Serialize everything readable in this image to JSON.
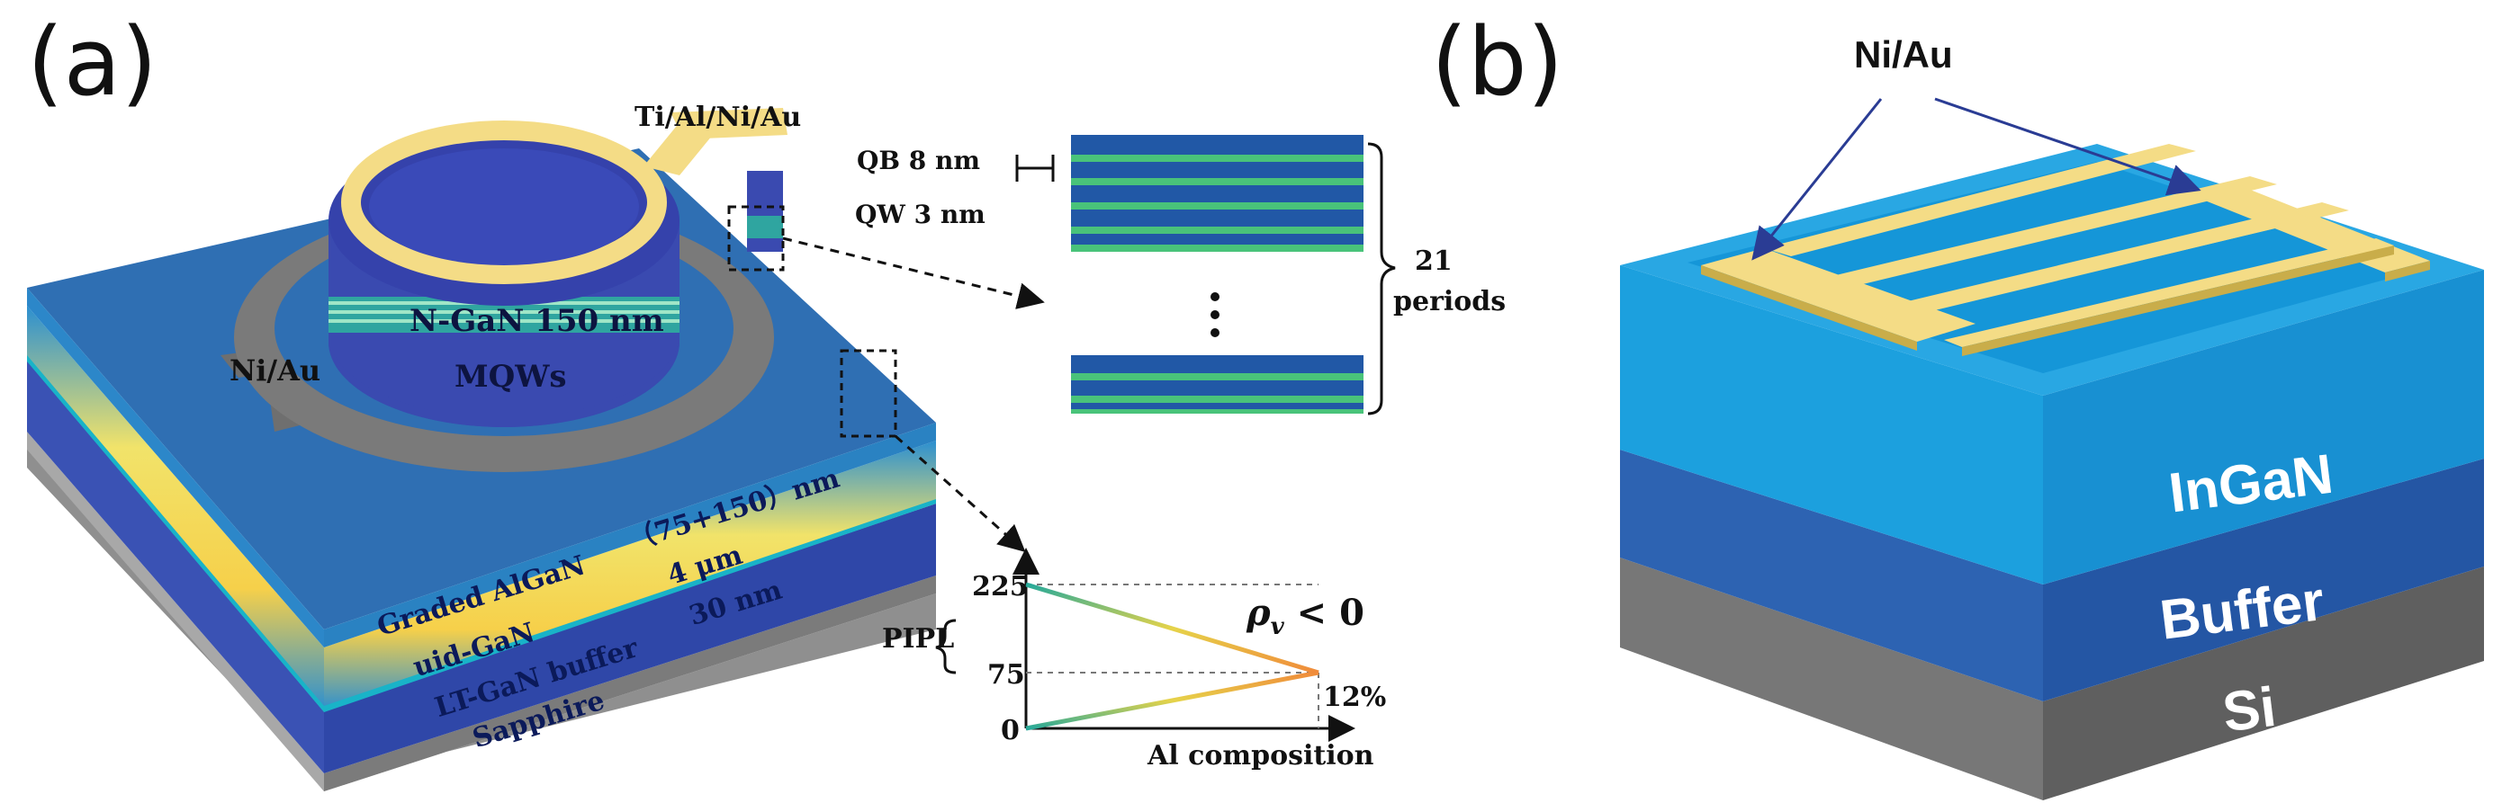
{
  "panel_a": {
    "label": "(a)",
    "contact_top": "Ti/Al/Ni/Au",
    "contact_side": "Ni/Au",
    "ngan": "N-GaN 150 nm",
    "mqws": "MQWs",
    "graded": "Graded AlGaN",
    "graded_thickness": "（75+150）nm",
    "uid": "uid-GaN",
    "uid_thickness": "4 μm",
    "lt": "LT-GaN buffer",
    "lt_thickness": "30 nm",
    "sapphire": "Sapphire",
    "qb": "QB  8 nm",
    "qw": "QW  3 nm",
    "periods_count": "21",
    "periods_label": "periods",
    "pipl": "PIPL",
    "rho": "ρ",
    "rho_sub": "v",
    "rho_rel": " < 0",
    "tick_225": "225",
    "tick_75": "75",
    "tick_0": "0",
    "pct": "12%",
    "xaxis": "Al composition"
  },
  "panel_b": {
    "label": "(b)",
    "contact": "Ni/Au",
    "ingan": "InGaN",
    "buffer": "Buffer",
    "si": "Si"
  },
  "colors": {
    "surface_blue": "#2f6fb3",
    "mesa_blue": "#3140a6",
    "gold": "#f4dc86",
    "ingan_blue": "#1996d6",
    "buffer_blue": "#2a62b0",
    "si_gray": "#6e6e6e"
  }
}
